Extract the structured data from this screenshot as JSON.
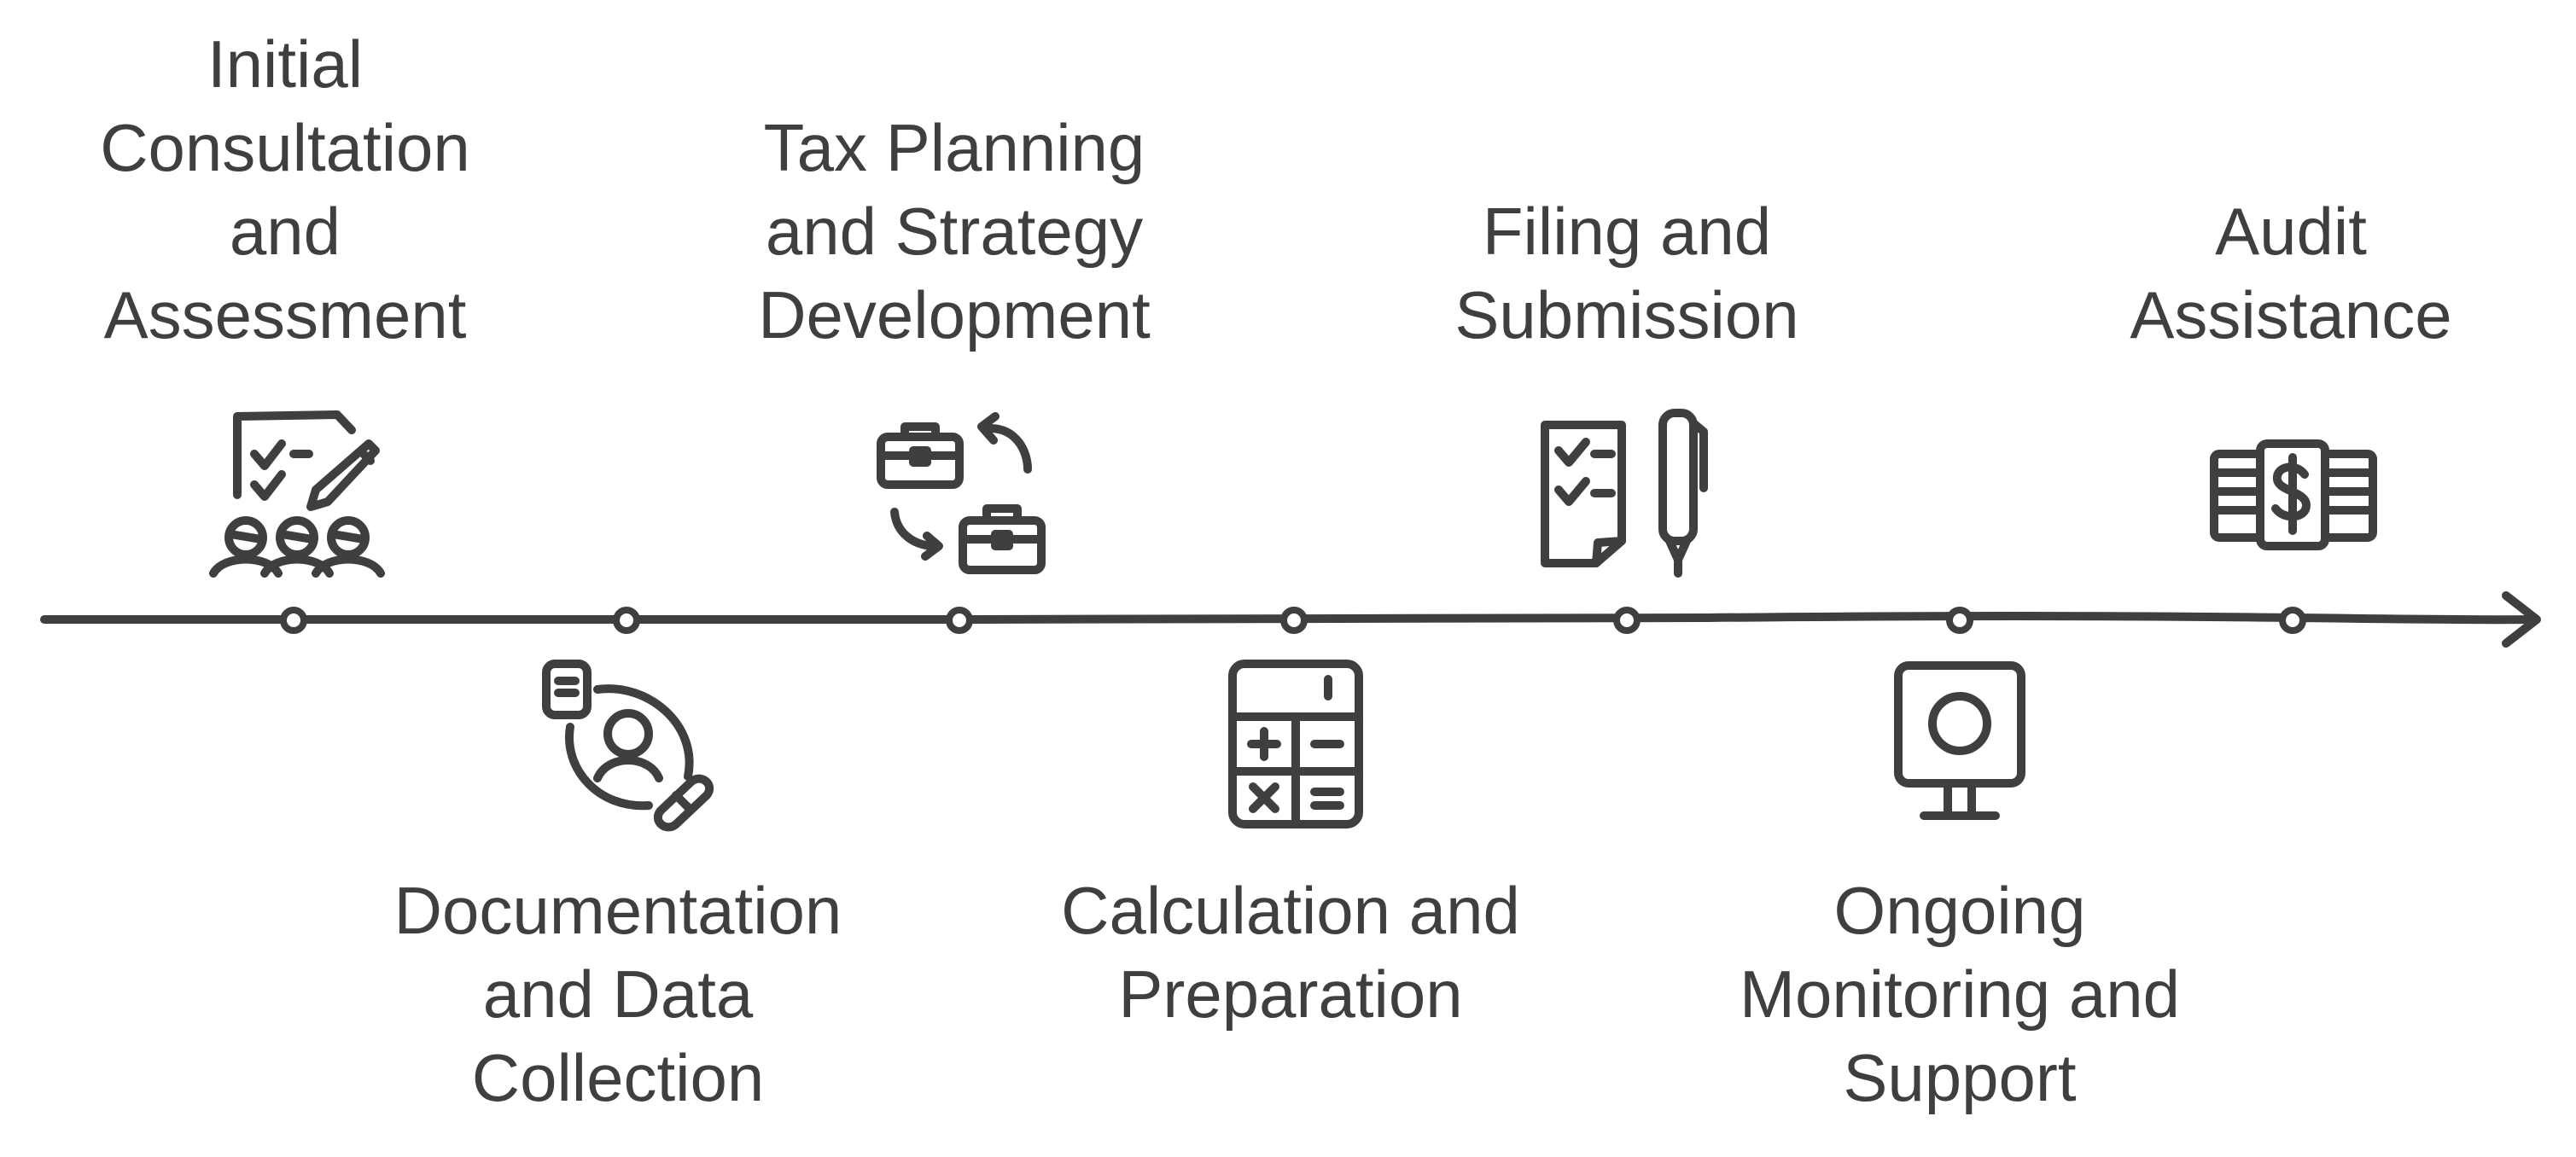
{
  "timeline": {
    "stages": [
      {
        "label": "Initial\nConsultation\nand\nAssessment",
        "icon": "checklist-people-icon"
      },
      {
        "label": "Documentation\nand Data\nCollection",
        "icon": "document-person-icon"
      },
      {
        "label": "Tax Planning\nand Strategy\nDevelopment",
        "icon": "briefcase-exchange-icon"
      },
      {
        "label": "Calculation and\nPreparation",
        "icon": "calculator-icon"
      },
      {
        "label": "Filing and\nSubmission",
        "icon": "document-pen-icon"
      },
      {
        "label": "Ongoing\nMonitoring and\nSupport",
        "icon": "monitor-icon"
      },
      {
        "label": "Audit\nAssistance",
        "icon": "money-stack-icon"
      }
    ]
  },
  "colors": {
    "ink": "#3f3f3f",
    "background": "#ffffff"
  }
}
